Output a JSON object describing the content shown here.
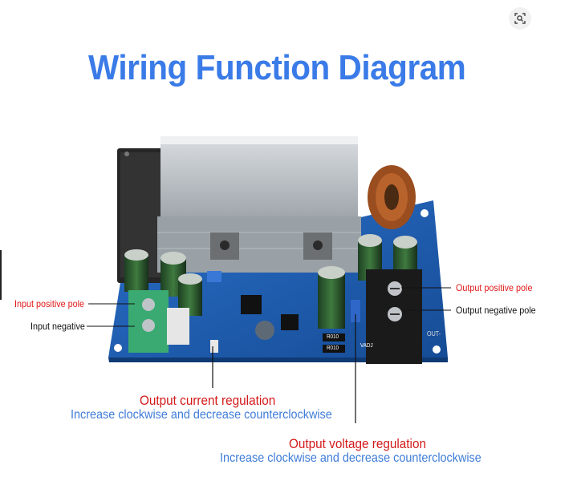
{
  "title": "Wiring Function Diagram",
  "labels": {
    "input_positive": "Input positive pole",
    "input_negative": "Input negative",
    "output_positive": "Output positive pole",
    "output_negative": "Output negative pole"
  },
  "current_regulation": {
    "title": "Output current regulation",
    "description": "Increase clockwise and decrease counterclockwise"
  },
  "voltage_regulation": {
    "title": "Output voltage regulation",
    "description": "Increase clockwise and decrease counterclockwise"
  },
  "board_marks": {
    "r010_a": "R010",
    "r010_b": "R010",
    "vadj": "VADJ",
    "out_minus": "OUT-"
  },
  "colors": {
    "title": "#3a7be8",
    "red_label": "#e01919",
    "blue_text": "#3e7cd8",
    "pcb": "#1f5fb5"
  },
  "icons": {
    "lens": "lens-search-icon"
  }
}
